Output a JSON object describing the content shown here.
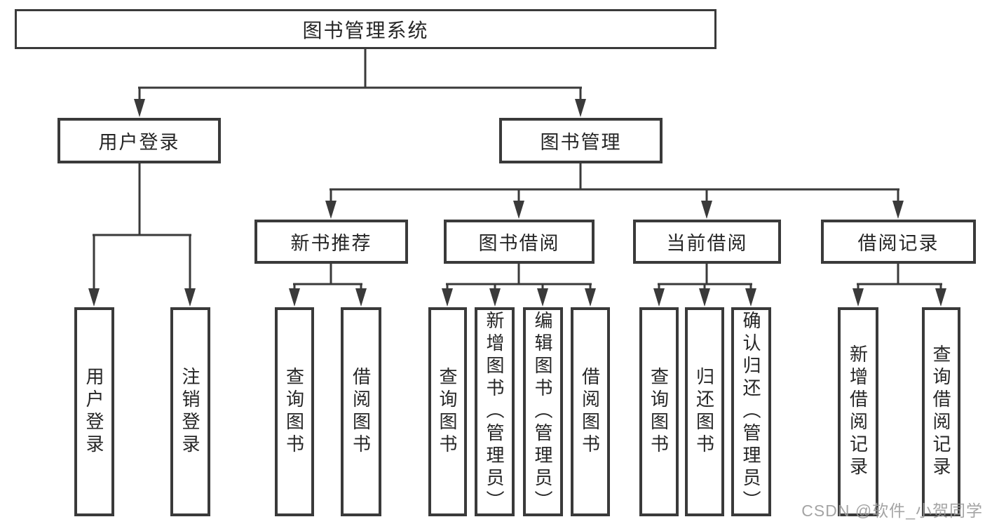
{
  "colors": {
    "line": "#3a3a3a",
    "text": "#262626",
    "watermark": "#9b9b9b",
    "background": "#ffffff"
  },
  "root": {
    "label": "图书管理系统"
  },
  "branches": [
    {
      "label": "用户登录",
      "children": [
        {
          "label": "用户登录"
        },
        {
          "label": "注销登录"
        }
      ]
    },
    {
      "label": "图书管理",
      "children": [
        {
          "label": "新书推荐",
          "children": [
            {
              "label": "查询图书"
            },
            {
              "label": "借阅图书"
            }
          ]
        },
        {
          "label": "图书借阅",
          "children": [
            {
              "label": "查询图书"
            },
            {
              "label": "新增图书（管理员）"
            },
            {
              "label": "编辑图书（管理员）"
            },
            {
              "label": "借阅图书"
            }
          ]
        },
        {
          "label": "当前借阅",
          "children": [
            {
              "label": "查询图书"
            },
            {
              "label": "归还图书"
            },
            {
              "label": "确认归还（管理员）"
            }
          ]
        },
        {
          "label": "借阅记录",
          "children": [
            {
              "label": "新增借阅记录"
            },
            {
              "label": "查询借阅记录"
            }
          ]
        }
      ]
    }
  ],
  "watermark": {
    "text": "CSDN @软件_小贺同学"
  }
}
